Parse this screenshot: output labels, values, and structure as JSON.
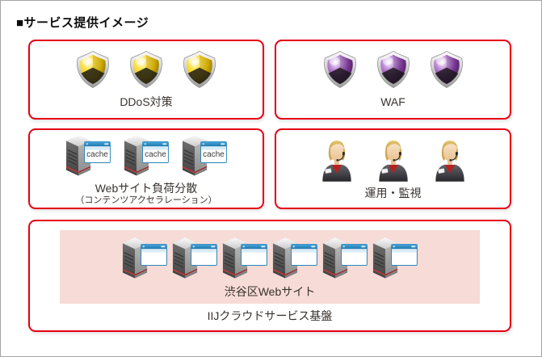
{
  "title": "■サービス提供イメージ",
  "boxes": {
    "ddos": {
      "label": "DDoS対策",
      "icon": "shield-yellow-icon",
      "icon_count": 3
    },
    "waf": {
      "label": "WAF",
      "icon": "shield-purple-icon",
      "icon_count": 3
    },
    "load_balancing": {
      "label": "Webサイト負荷分散",
      "sublabel": "（コンテンツアクセラレーション）",
      "icon": "cache-server-icon",
      "icon_window_label": "cache",
      "icon_count": 3
    },
    "monitoring": {
      "label": "運用・監視",
      "icon": "operator-icon",
      "icon_count": 3
    },
    "platform": {
      "label": "IIJクラウドサービス基盤",
      "website_group": {
        "label": "渋谷区Webサイト",
        "icon": "web-server-icon",
        "icon_count": 6
      }
    }
  },
  "colors": {
    "accent_red": "#e60012",
    "pink_fill": "#f7dbd6",
    "shield_yellow": "#edc400",
    "shield_purple": "#8b3fa8",
    "window_blue": "#2a85ba",
    "text": "#38322e"
  }
}
